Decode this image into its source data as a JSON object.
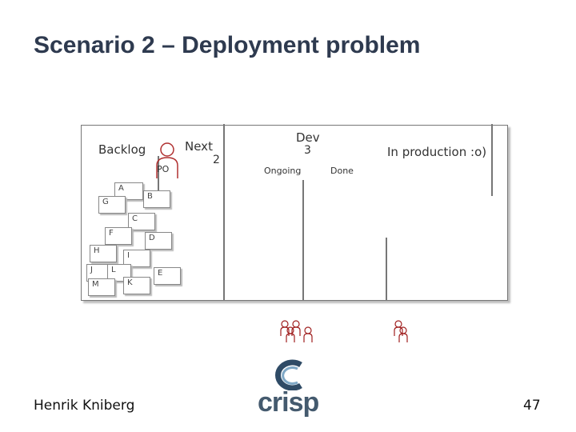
{
  "slide": {
    "title": "Scenario 2 – Deployment problem",
    "author": "Henrik Kniberg",
    "page_number": "47"
  },
  "board": {
    "columns": {
      "backlog": "Backlog",
      "next": "Next",
      "next_limit": "2",
      "dev": "Dev",
      "dev_limit": "3",
      "ongoing": "Ongoing",
      "done": "Done",
      "in_production": "In production :o)"
    },
    "po_label": "PO",
    "cards": [
      "A",
      "B",
      "G",
      "C",
      "F",
      "D",
      "H",
      "I",
      "J",
      "L",
      "E",
      "M",
      "K"
    ]
  },
  "logo": {
    "text": "crisp"
  },
  "colors": {
    "title": "#2e3a4f",
    "po_figure": "#b03030",
    "people_figure": "#a02020",
    "logo_ring": "#2f4b66"
  }
}
